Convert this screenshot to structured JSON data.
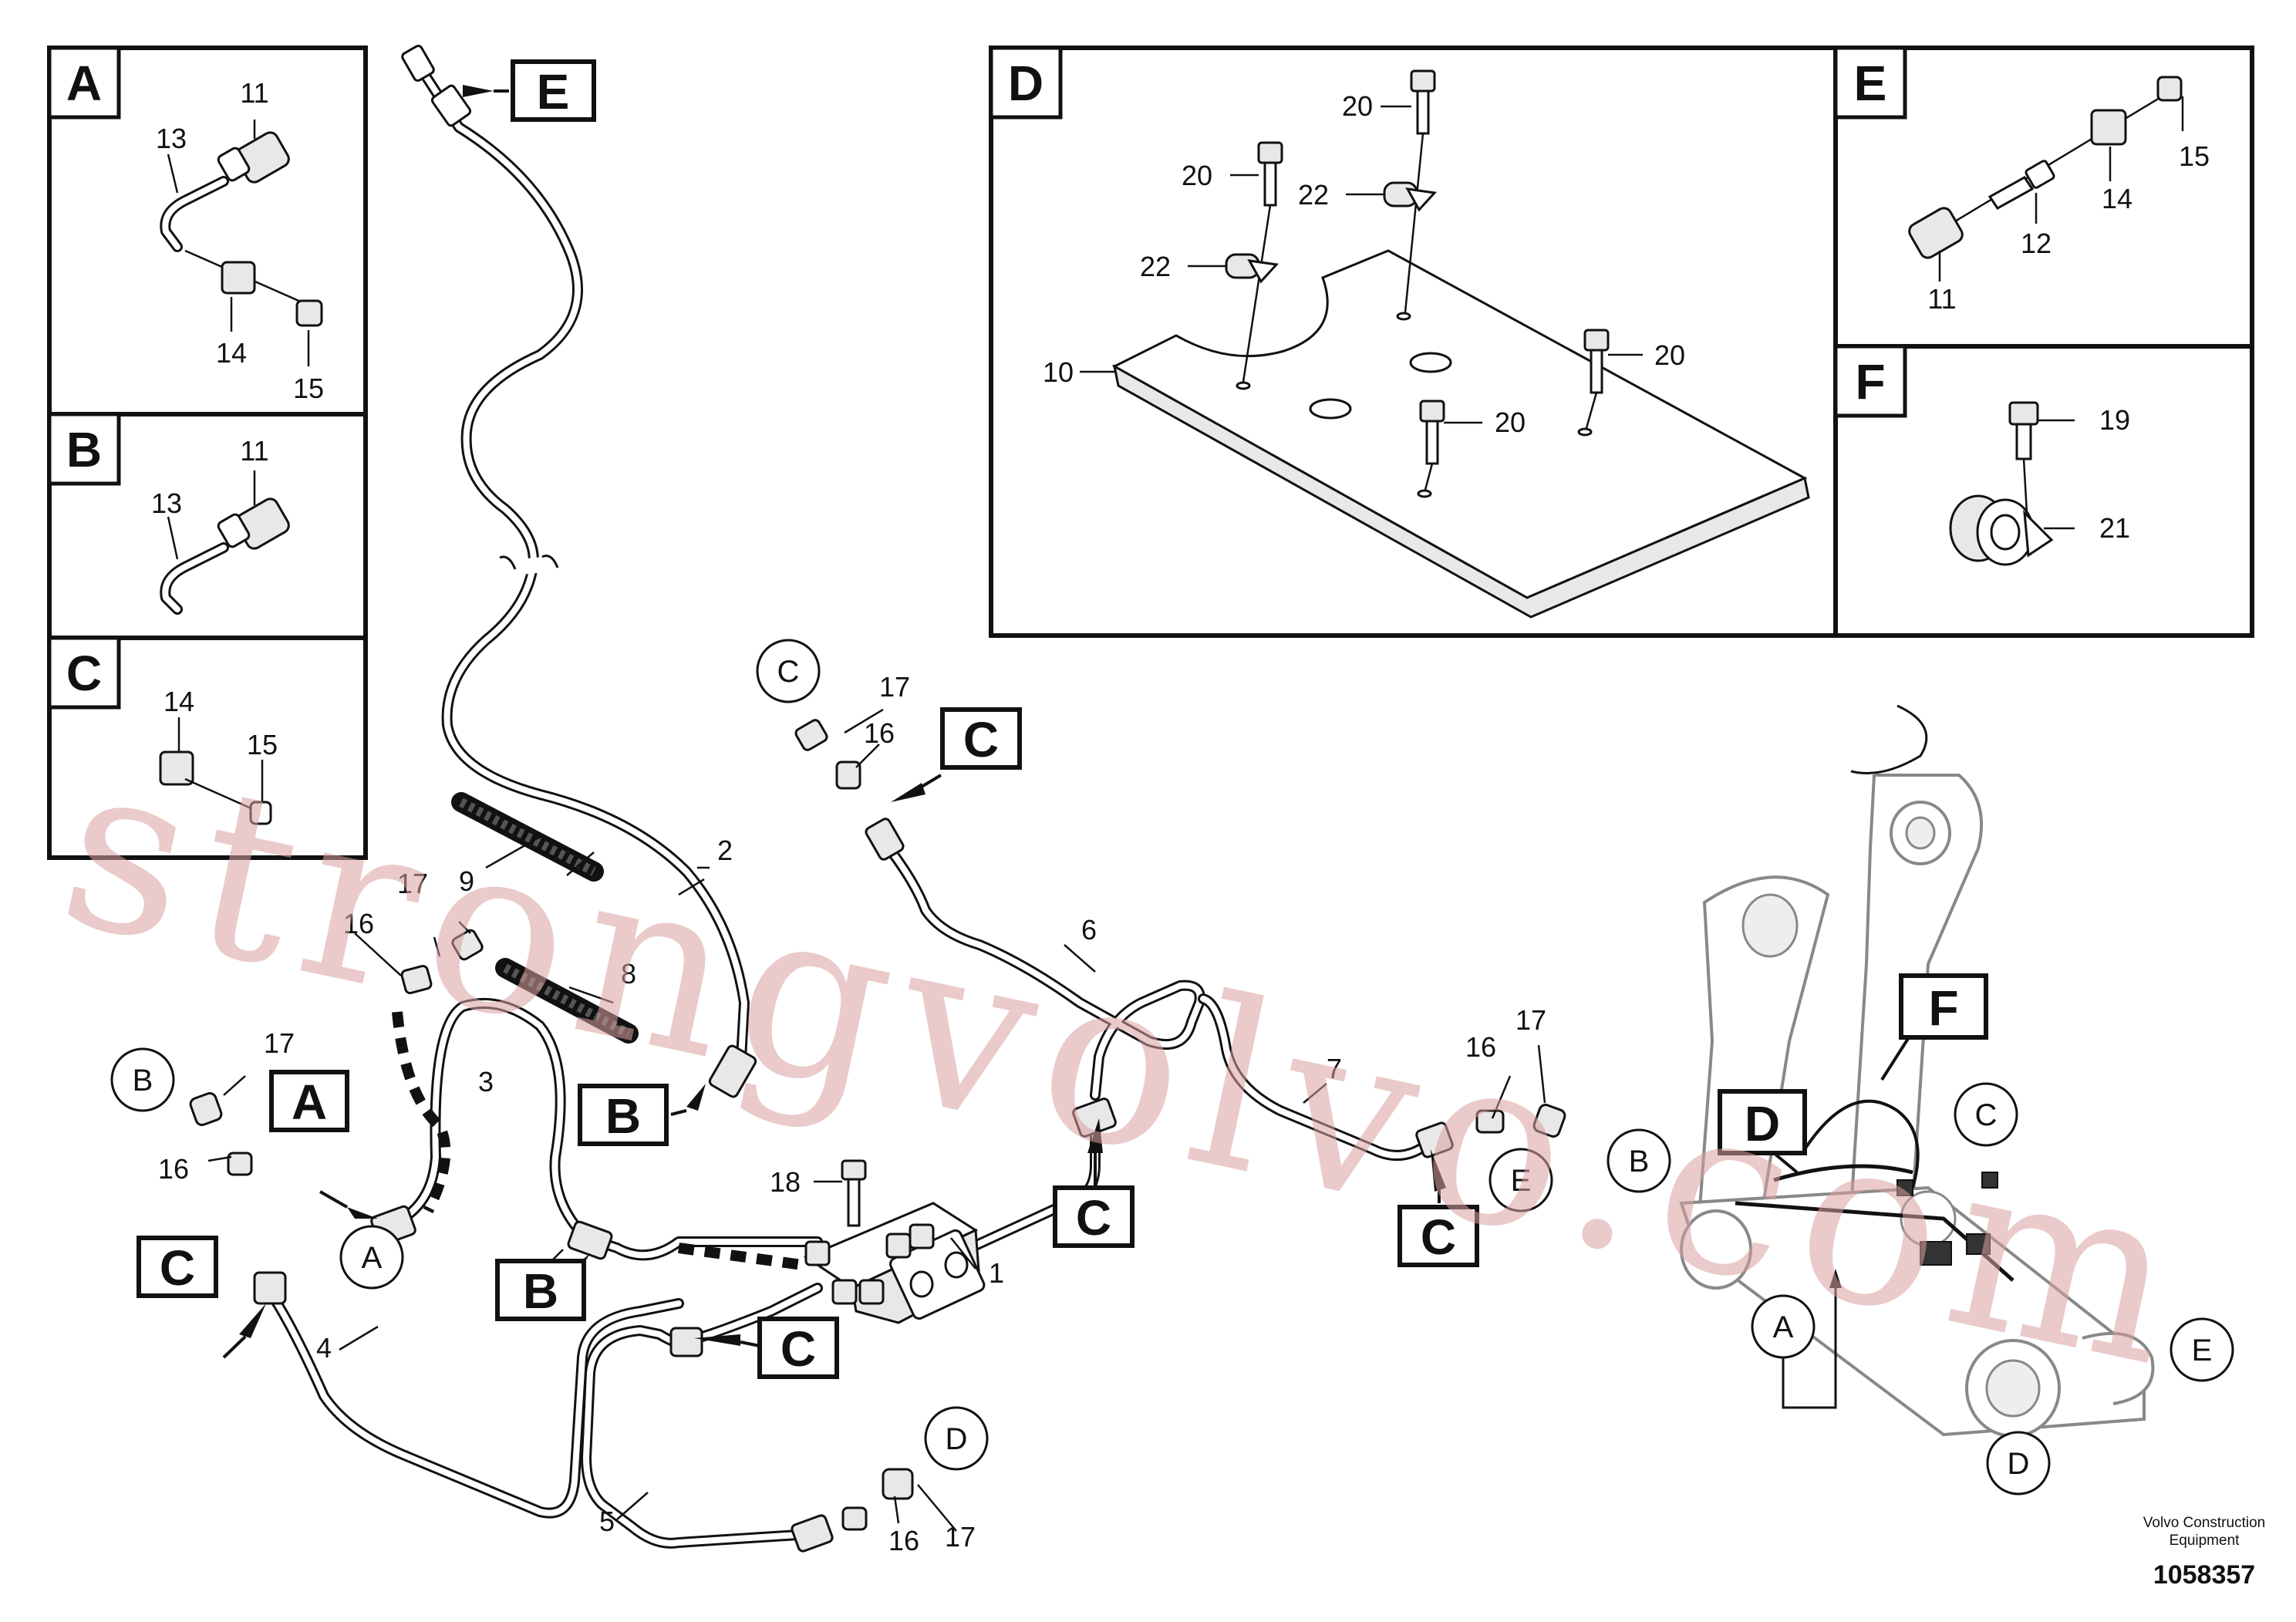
{
  "insets": {
    "A": {
      "label": "A",
      "callouts": [
        "11",
        "13",
        "14",
        "15"
      ]
    },
    "B": {
      "label": "B",
      "callouts": [
        "11",
        "13"
      ]
    },
    "C": {
      "label": "C",
      "callouts": [
        "14",
        "15"
      ]
    },
    "D": {
      "label": "D",
      "callouts": [
        "20",
        "20",
        "22",
        "22",
        "10",
        "20",
        "20"
      ]
    },
    "E": {
      "label": "E",
      "callouts": [
        "15",
        "14",
        "11",
        "12"
      ]
    },
    "F": {
      "label": "F",
      "callouts": [
        "19",
        "21"
      ]
    }
  },
  "main": {
    "box_labels": {
      "E_top": "E",
      "A": "A",
      "B_valve": "B",
      "B_lower": "B",
      "C_left": "C",
      "C_top": "C",
      "C_mid": "C",
      "C_right": "C",
      "C_bottom": "C",
      "F_machine": "F",
      "D_machine": "D"
    },
    "circle_labels": {
      "C_top": "C",
      "B_left": "B",
      "A_left": "A",
      "D_bottom": "D",
      "E_right": "E",
      "B_machine": "B",
      "C_machine": "C",
      "A_machine": "A",
      "E_machine": "E",
      "D_machine": "D"
    },
    "callouts": {
      "n1": "1",
      "n2": "2",
      "n3": "3",
      "n4": "4",
      "n5": "5",
      "n6": "6",
      "n7": "7",
      "n8": "8",
      "n9": "9",
      "n16a": "16",
      "n17a": "17",
      "n16b": "16",
      "n17b": "17",
      "n16c": "16",
      "n17c": "17",
      "n16d": "16",
      "n17d": "17",
      "n16e": "16",
      "n17e": "17",
      "n18": "18"
    }
  },
  "watermark": "strongvolvo.com",
  "footer": {
    "line1": "Volvo Construction",
    "line2": "Equipment",
    "drawing_number": "1058357"
  }
}
